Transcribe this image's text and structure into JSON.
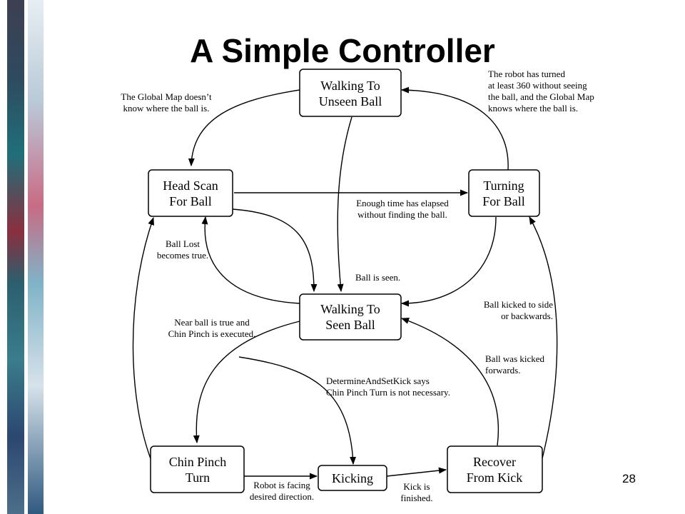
{
  "slide": {
    "title": "A Simple Controller",
    "page_number": "28"
  },
  "states": {
    "walking_unseen": [
      "Walking To",
      "Unseen Ball"
    ],
    "head_scan": [
      "Head Scan",
      "For Ball"
    ],
    "turning": [
      "Turning",
      "For Ball"
    ],
    "walking_seen": [
      "Walking To",
      "Seen Ball"
    ],
    "chin_pinch": [
      "Chin Pinch",
      "Turn"
    ],
    "kicking": [
      "Kicking"
    ],
    "recover": [
      "Recover",
      "From Kick"
    ]
  },
  "transitions": {
    "map_unknown": [
      "The Global Map doesn’t",
      "know where the ball is."
    ],
    "turned_360": [
      "The robot has turned",
      "at least 360 without seeing",
      "the ball, and the Global Map",
      "knows where the ball is."
    ],
    "time_elapsed": [
      "Enough time has elapsed",
      "without finding the ball."
    ],
    "ball_lost": [
      "Ball Lost",
      "becomes true."
    ],
    "ball_seen": [
      "Ball is seen."
    ],
    "near_ball": [
      "Near ball is true and",
      "Chin Pinch is executed."
    ],
    "no_chin_pinch": [
      "DetermineAndSetKick says",
      "Chin Pinch Turn is not necessary."
    ],
    "kicked_side": [
      "Ball kicked to side",
      "or backwards."
    ],
    "kicked_forward": [
      "Ball was kicked",
      "forwards."
    ],
    "facing_direction": [
      "Robot is facing",
      "desired direction."
    ],
    "kick_finished": [
      "Kick is",
      "finished."
    ]
  }
}
